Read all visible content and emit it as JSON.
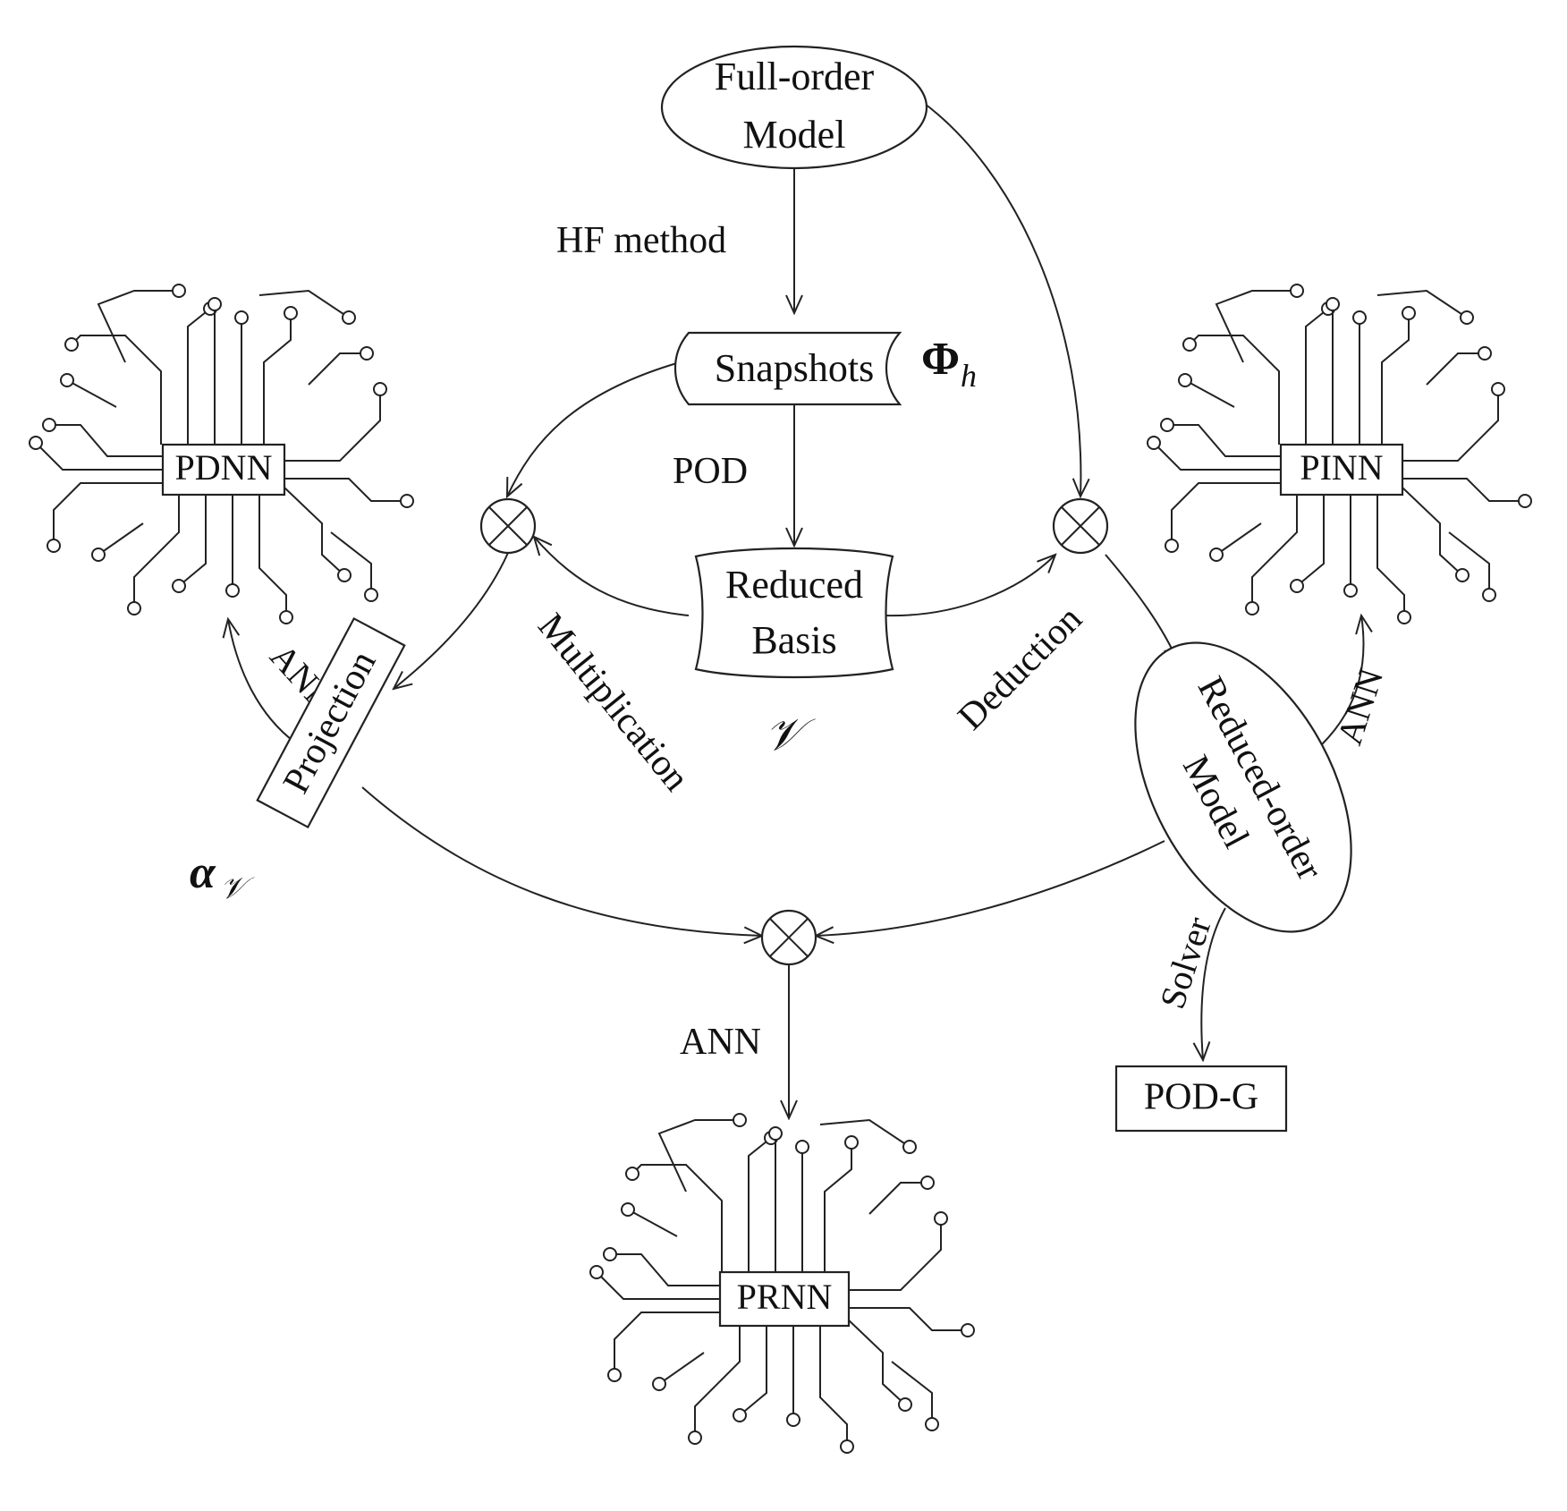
{
  "nodes": {
    "full_order_model": [
      "Full-order",
      "Model"
    ],
    "snapshots": "Snapshots",
    "snapshots_symbol": "Φ",
    "snapshots_symbol_sub": "h",
    "reduced_basis": [
      "Reduced",
      "Basis"
    ],
    "reduced_basis_symbol": "𝒱",
    "reduced_order_model": [
      "Reduced-order",
      "Model"
    ],
    "projection": "Projection",
    "projection_symbol": "α",
    "projection_symbol_sub": "𝒱",
    "pod_g": "POD-G"
  },
  "edges": {
    "hf_method": "HF method",
    "pod": "POD",
    "multiplication": "Multiplication",
    "deduction": "Deduction",
    "solver": "Solver",
    "ann_left": "ANN",
    "ann_right": "ANN",
    "ann_bottom": "ANN"
  },
  "networks": {
    "left": "PDNN",
    "right": "PINN",
    "bottom": "PRNN"
  }
}
